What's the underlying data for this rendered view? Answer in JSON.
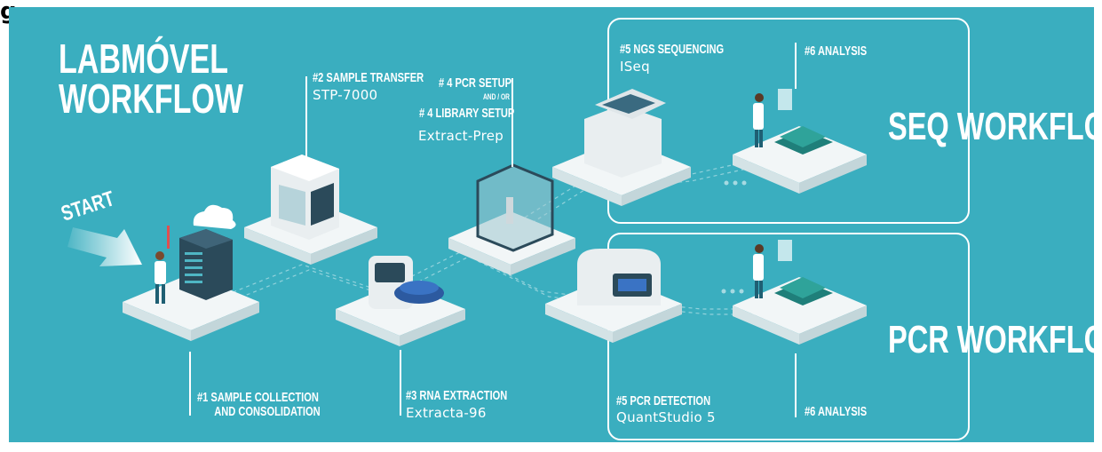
{
  "corner_mark": "g",
  "title": {
    "line1": "LABMÓVEL",
    "line2": "WORKFLOW"
  },
  "start_label": "START",
  "steps": {
    "s1": {
      "line1": "#1 SAMPLE COLLECTION",
      "line2": "AND CONSOLIDATION"
    },
    "s2": {
      "title": "#2 SAMPLE TRANSFER",
      "device": "STP-7000"
    },
    "s3": {
      "title": "#3 RNA EXTRACTION",
      "device": "Extracta-96"
    },
    "s4": {
      "pcr": "# 4 PCR SETUP",
      "andor": "AND / OR",
      "library": "# 4 LIBRARY SETUP",
      "device": "Extract-Prep"
    },
    "s5_ngs": {
      "title": "#5 NGS SEQUENCING",
      "device": "ISeq"
    },
    "s6_seq": {
      "title": "#6 ANALYSIS"
    },
    "s5_pcr": {
      "title": "#5 PCR DETECTION",
      "device": "QuantStudio 5"
    },
    "s6_pcr": {
      "title": "#6 ANALYSIS"
    }
  },
  "workflows": {
    "seq": "SEQ WORKFLOW",
    "pcr": "PCR WORKFLOW"
  },
  "colors": {
    "background": "#3aaebf",
    "platform": "#f2f6f7",
    "platform_side": "#d4e3e6",
    "text": "#ffffff",
    "device_dark": "#2b4a5a",
    "chip": "#2fa39a"
  }
}
